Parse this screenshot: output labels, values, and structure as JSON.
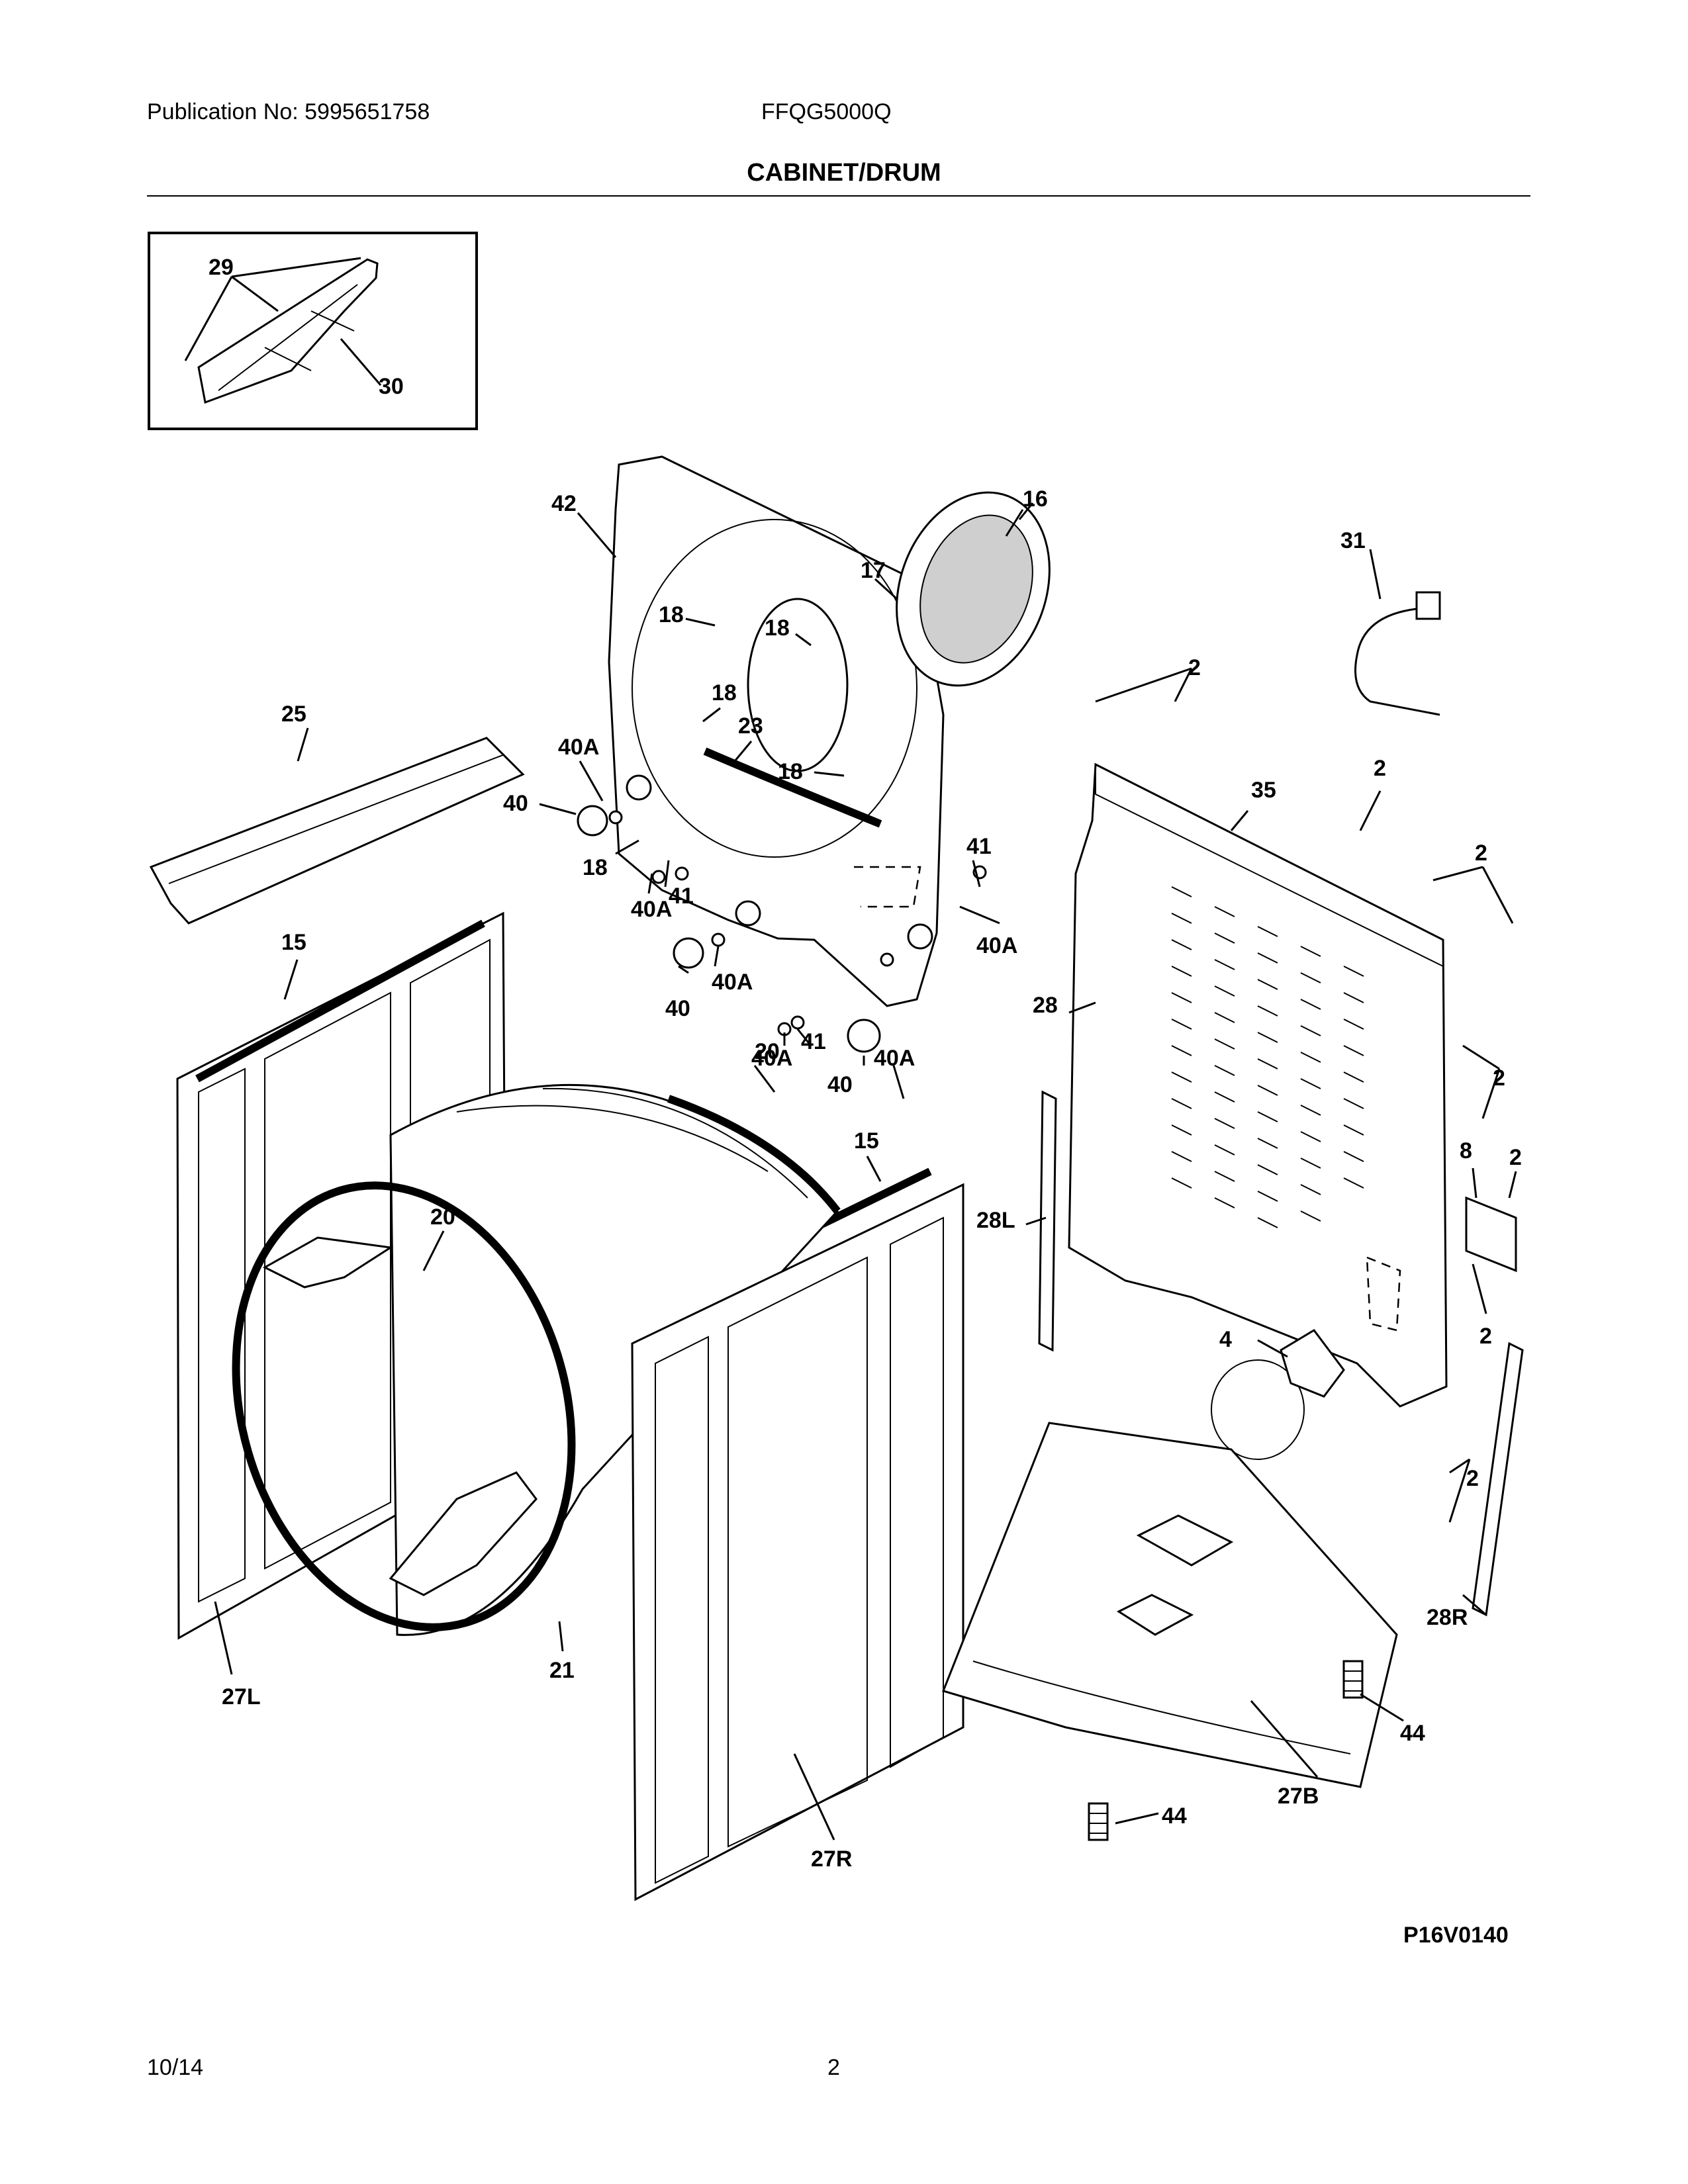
{
  "header": {
    "publication": "Publication No: 5995651758",
    "model": "FFQG5000Q",
    "title": "CABINET/DRUM"
  },
  "callouts": {
    "c29": "29",
    "c30": "30",
    "c42": "42",
    "c16": "16",
    "c17": "17",
    "c31": "31",
    "c18a": "18",
    "c18b": "18",
    "c18c": "18",
    "c18d": "18",
    "c18e": "18",
    "c23": "23",
    "c25": "25",
    "c40Aa": "40A",
    "c40a": "40",
    "c40Ab": "40A",
    "c41a": "41",
    "c41b": "41",
    "c40Ac": "40A",
    "c40b": "40",
    "c40Ad": "40A",
    "c40Ae": "40A",
    "c41c": "41",
    "c40c": "40",
    "c40Af": "40A",
    "c2a": "2",
    "c2b": "2",
    "c2c": "2",
    "c2d": "2",
    "c2e": "2",
    "c2f": "2",
    "c2g": "2",
    "c35": "35",
    "c28": "28",
    "c28L": "28L",
    "c28R": "28R",
    "c8": "8",
    "c4": "4",
    "c15a": "15",
    "c15b": "15",
    "c20a": "20",
    "c20b": "20",
    "c21": "21",
    "c27L": "27L",
    "c27R": "27R",
    "c27B": "27B",
    "c44a": "44",
    "c44b": "44"
  },
  "footer": {
    "reference": "P16V0140",
    "date": "10/14",
    "page": "2"
  }
}
